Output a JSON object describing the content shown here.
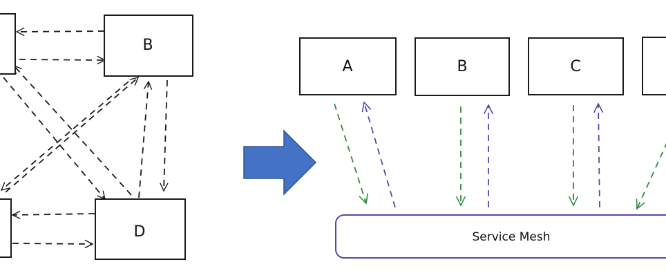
{
  "before": {
    "nodes": [
      {
        "id": "A",
        "label": ""
      },
      {
        "id": "B",
        "label": "B"
      },
      {
        "id": "C",
        "label": ""
      },
      {
        "id": "D",
        "label": "D"
      }
    ]
  },
  "transition_arrow_color": "#4472C4",
  "after": {
    "services": [
      {
        "label": "A"
      },
      {
        "label": "B"
      },
      {
        "label": "C"
      },
      {
        "label": ""
      }
    ],
    "mesh_label": "Service Mesh",
    "colors": {
      "request": "#2e8b3e",
      "response": "#5b44a8"
    }
  }
}
